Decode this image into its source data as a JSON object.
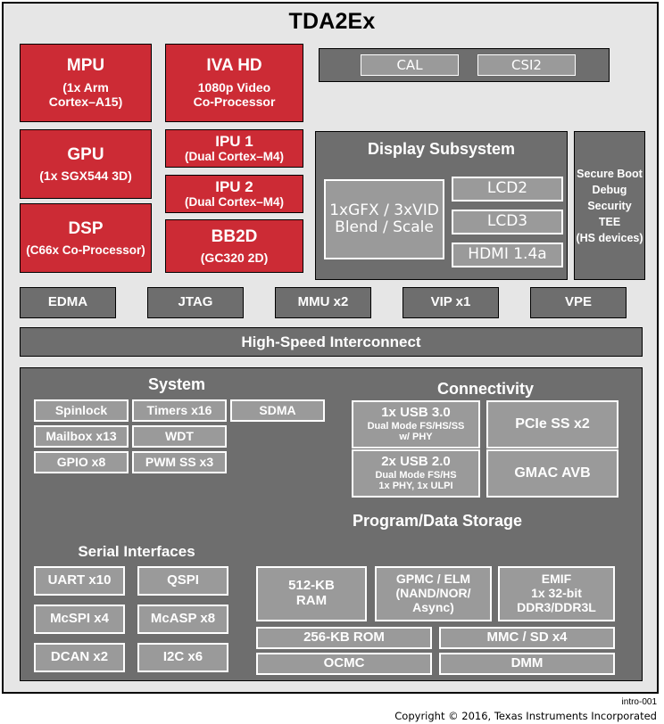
{
  "diagram": {
    "title": "TDA2Ex",
    "figure_id": "intro-001",
    "copyright": "Copyright © 2016, Texas Instruments Incorporated",
    "colors": {
      "background": "#e6e6e6",
      "processor_red": "#cc2b35",
      "block_dark_gray": "#6e6e6e",
      "block_light_gray": "#9a9a9a",
      "border_black": "#000000",
      "text_white": "#ffffff"
    }
  },
  "processors": {
    "mpu": {
      "name": "MPU",
      "detail_line1": "(1x Arm",
      "detail_line2": "Cortex–A15)"
    },
    "ivahd": {
      "name": "IVA HD",
      "detail_line1": "1080p Video",
      "detail_line2": "Co-Processor"
    },
    "gpu": {
      "name": "GPU",
      "detail_line1": "(1x SGX544 3D)"
    },
    "dsp": {
      "name": "DSP",
      "detail_line1": "(C66x Co-Processor)"
    },
    "ipu1": {
      "name": "IPU 1",
      "detail_line1": "(Dual Cortex–M4)"
    },
    "ipu2": {
      "name": "IPU 2",
      "detail_line1": "(Dual Cortex–M4)"
    },
    "bb2d": {
      "name": "BB2D",
      "detail_line1": "(GC320 2D)"
    }
  },
  "capture": {
    "items": [
      {
        "label": "CAL"
      },
      {
        "label": "CSI2"
      }
    ]
  },
  "display_subsystem": {
    "title": "Display Subsystem",
    "blend": {
      "line1": "1xGFX / 3xVID",
      "line2": "Blend / Scale"
    },
    "outputs": [
      {
        "label": "LCD2"
      },
      {
        "label": "LCD3"
      },
      {
        "label": "HDMI 1.4a"
      }
    ]
  },
  "security": {
    "lines": [
      "Secure Boot",
      "Debug",
      "Security",
      "TEE",
      "(HS devices)"
    ]
  },
  "infrastructure_row": {
    "items": [
      {
        "label": "EDMA"
      },
      {
        "label": "JTAG"
      },
      {
        "label": "MMU x2"
      },
      {
        "label": "VIP x1"
      },
      {
        "label": "VPE"
      }
    ]
  },
  "interconnect": {
    "label": "High-Speed Interconnect"
  },
  "system": {
    "title": "System",
    "items": [
      {
        "label": "Spinlock"
      },
      {
        "label": "Timers x16"
      },
      {
        "label": "SDMA"
      },
      {
        "label": "Mailbox x13"
      },
      {
        "label": "WDT"
      },
      {
        "label": "GPIO x8"
      },
      {
        "label": "PWM SS x3"
      }
    ]
  },
  "connectivity": {
    "title": "Connectivity",
    "usb3": {
      "line1": "1x USB 3.0",
      "line2": "Dual Mode FS/HS/SS",
      "line3": "w/ PHY"
    },
    "usb2": {
      "line1": "2x USB 2.0",
      "line2": "Dual Mode FS/HS",
      "line3": "1x PHY, 1x ULPI"
    },
    "pcie": {
      "label": "PCIe SS x2"
    },
    "gmac": {
      "label": "GMAC AVB"
    }
  },
  "serial_interfaces": {
    "title": "Serial Interfaces",
    "items": [
      {
        "label": "UART x10"
      },
      {
        "label": "QSPI"
      },
      {
        "label": "McSPI x4"
      },
      {
        "label": "McASP x8"
      },
      {
        "label": "DCAN x2"
      },
      {
        "label": "I2C x6"
      }
    ]
  },
  "storage": {
    "title": "Program/Data Storage",
    "ram": {
      "line1": "512-KB",
      "line2": "RAM"
    },
    "gpmc": {
      "line1": "GPMC / ELM",
      "line2": "(NAND/NOR/",
      "line3": "Async)"
    },
    "emif": {
      "line1": "EMIF",
      "line2": "1x 32-bit",
      "line3": "DDR3/DDR3L"
    },
    "rom": {
      "label": "256-KB ROM"
    },
    "mmc": {
      "label": "MMC / SD x4"
    },
    "ocmc": {
      "label": "OCMC"
    },
    "dmm": {
      "label": "DMM"
    }
  }
}
